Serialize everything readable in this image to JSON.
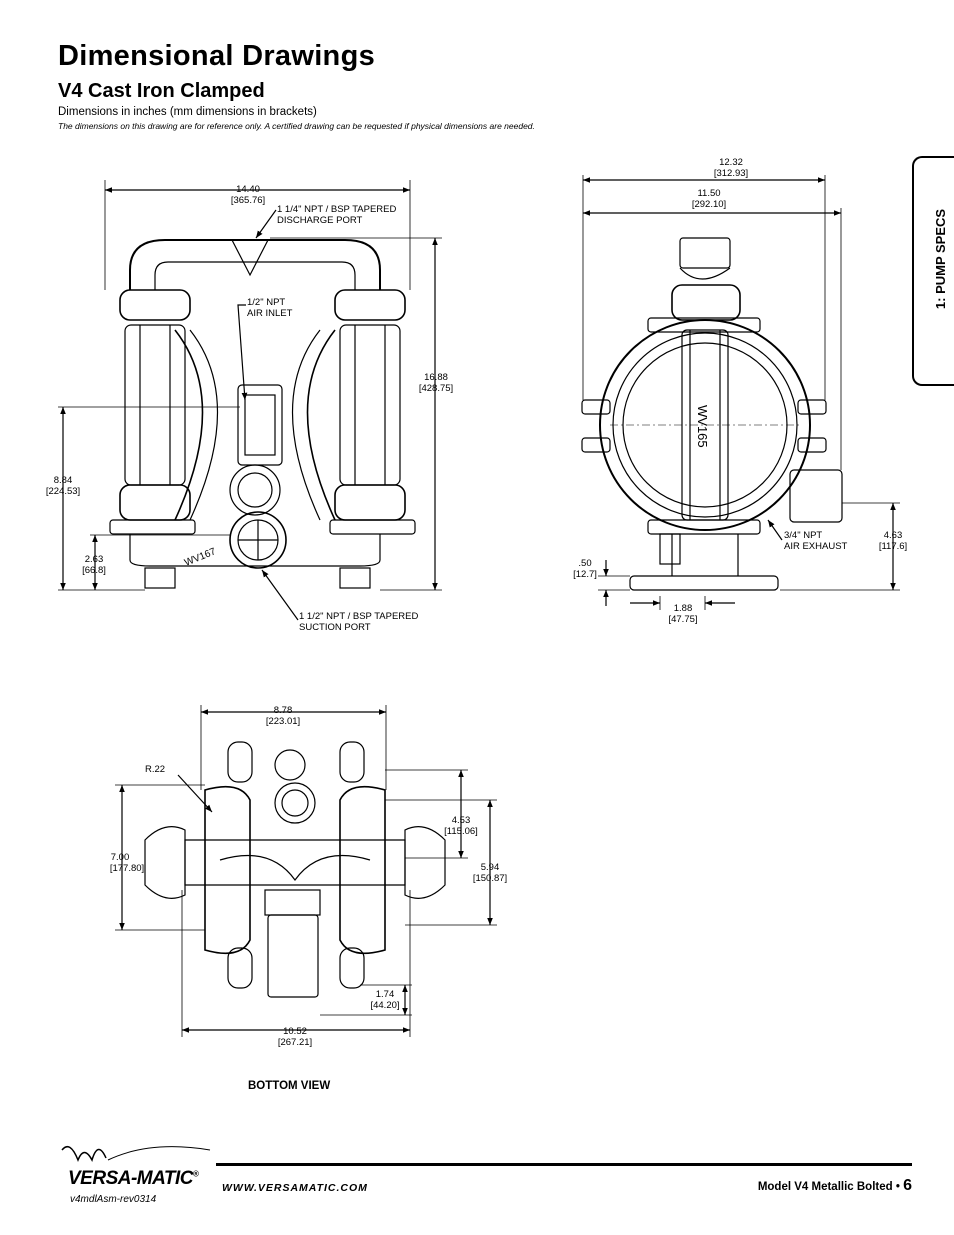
{
  "header": {
    "title": "Dimensional Drawings",
    "subtitle": "V4 Cast Iron Clamped",
    "units_note": "Dimensions in inches (mm dimensions in brackets)",
    "disclaimer": "The dimensions on this drawing are for reference only.  A certified drawing can be requested if physical dimensions are needed."
  },
  "side_tab": {
    "label": "1: PUMP SPECS"
  },
  "front_view": {
    "dim_width_in": "14.40",
    "dim_width_mm": "[365.76]",
    "discharge_line1": "1 1/4\" NPT / BSP TAPERED",
    "discharge_line2": "DISCHARGE PORT",
    "air_inlet_line1": "1/2\" NPT",
    "air_inlet_line2": "AIR INLET",
    "dim_height_in": "16.88",
    "dim_height_mm": "[428.75]",
    "dim_mid_in": "8.84",
    "dim_mid_mm": "[224.53]",
    "dim_low_in": "2.63",
    "dim_low_mm": "[66.8]",
    "suction_line1": "1 1/2\" NPT / BSP TAPERED",
    "suction_line2": "SUCTION PORT",
    "part_mark": "WV167"
  },
  "side_view": {
    "dim_outer_in": "12.32",
    "dim_outer_mm": "[312.93]",
    "dim_inner_in": "11.50",
    "dim_inner_mm": "[292.10]",
    "exhaust_line1": "3/4\" NPT",
    "exhaust_line2": "AIR EXHAUST",
    "dim_exhaust_in": "4.63",
    "dim_exhaust_mm": "[117.6]",
    "dim_foot_in": ".50",
    "dim_foot_mm": "[12.7]",
    "dim_base_in": "1.88",
    "dim_base_mm": "[47.75]",
    "part_mark": "WV165"
  },
  "bottom_view": {
    "dim_top_in": "8.78",
    "dim_top_mm": "[223.01]",
    "radius": "R.22",
    "dim_left_in": "7.00",
    "dim_left_mm": "[177.80]",
    "dim_r1_in": "4.53",
    "dim_r1_mm": "[115.06]",
    "dim_r2_in": "5.94",
    "dim_r2_mm": "[150.87]",
    "dim_small_in": "1.74",
    "dim_small_mm": "[44.20]",
    "dim_bottom_in": "10.52",
    "dim_bottom_mm": "[267.21]",
    "label": "BOTTOM VIEW"
  },
  "footer": {
    "brand": "VERSA-MATIC",
    "registered": "®",
    "doc_code": "v4mdlAsm-rev0314",
    "website": "WWW.VERSAMATIC.COM",
    "model": "Model V4 Metallic Bolted •",
    "page_number": "6"
  }
}
